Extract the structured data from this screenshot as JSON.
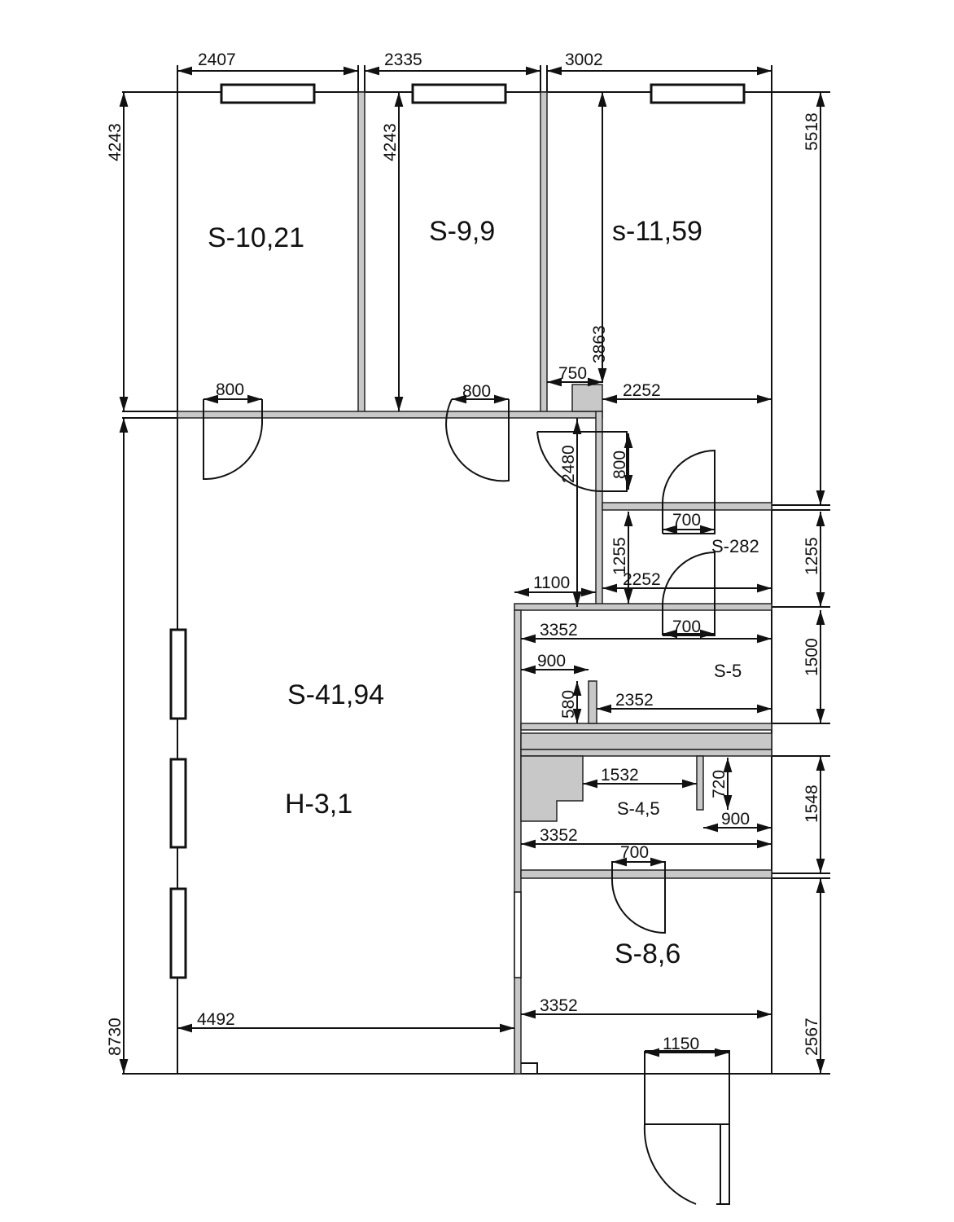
{
  "title": "Floor plan",
  "rooms": {
    "r1": "S-10,21",
    "r2": "S-9,9",
    "r3": "s-11,59",
    "main": "S-41,94",
    "height": "H-3,1",
    "s282": "S-282",
    "s5": "S-5",
    "s45": "S-4,5",
    "s86": "S-8,6"
  },
  "dims": {
    "top1": "2407",
    "top2": "2335",
    "top3": "3002",
    "left1": "4243",
    "mid1": "4243",
    "right1": "5518",
    "d3863": "3863",
    "d750": "750",
    "d2252a": "2252",
    "door1": "800",
    "door2": "800",
    "d2480": "2480",
    "d800v": "800",
    "d700a": "700",
    "d1255a": "1255",
    "d1255b": "1255",
    "d2252b": "2252",
    "d1100": "1100",
    "d700b": "700",
    "d3352a": "3352",
    "d1500": "1500",
    "d900a": "900",
    "d580": "580",
    "d2352": "2352",
    "d1532": "1532",
    "d720": "720",
    "d900b": "900",
    "d3352b": "3352",
    "d1548": "1548",
    "d700c": "700",
    "d3352c": "3352",
    "d2567": "2567",
    "d4492": "4492",
    "d8730": "8730",
    "d1150": "1150"
  }
}
